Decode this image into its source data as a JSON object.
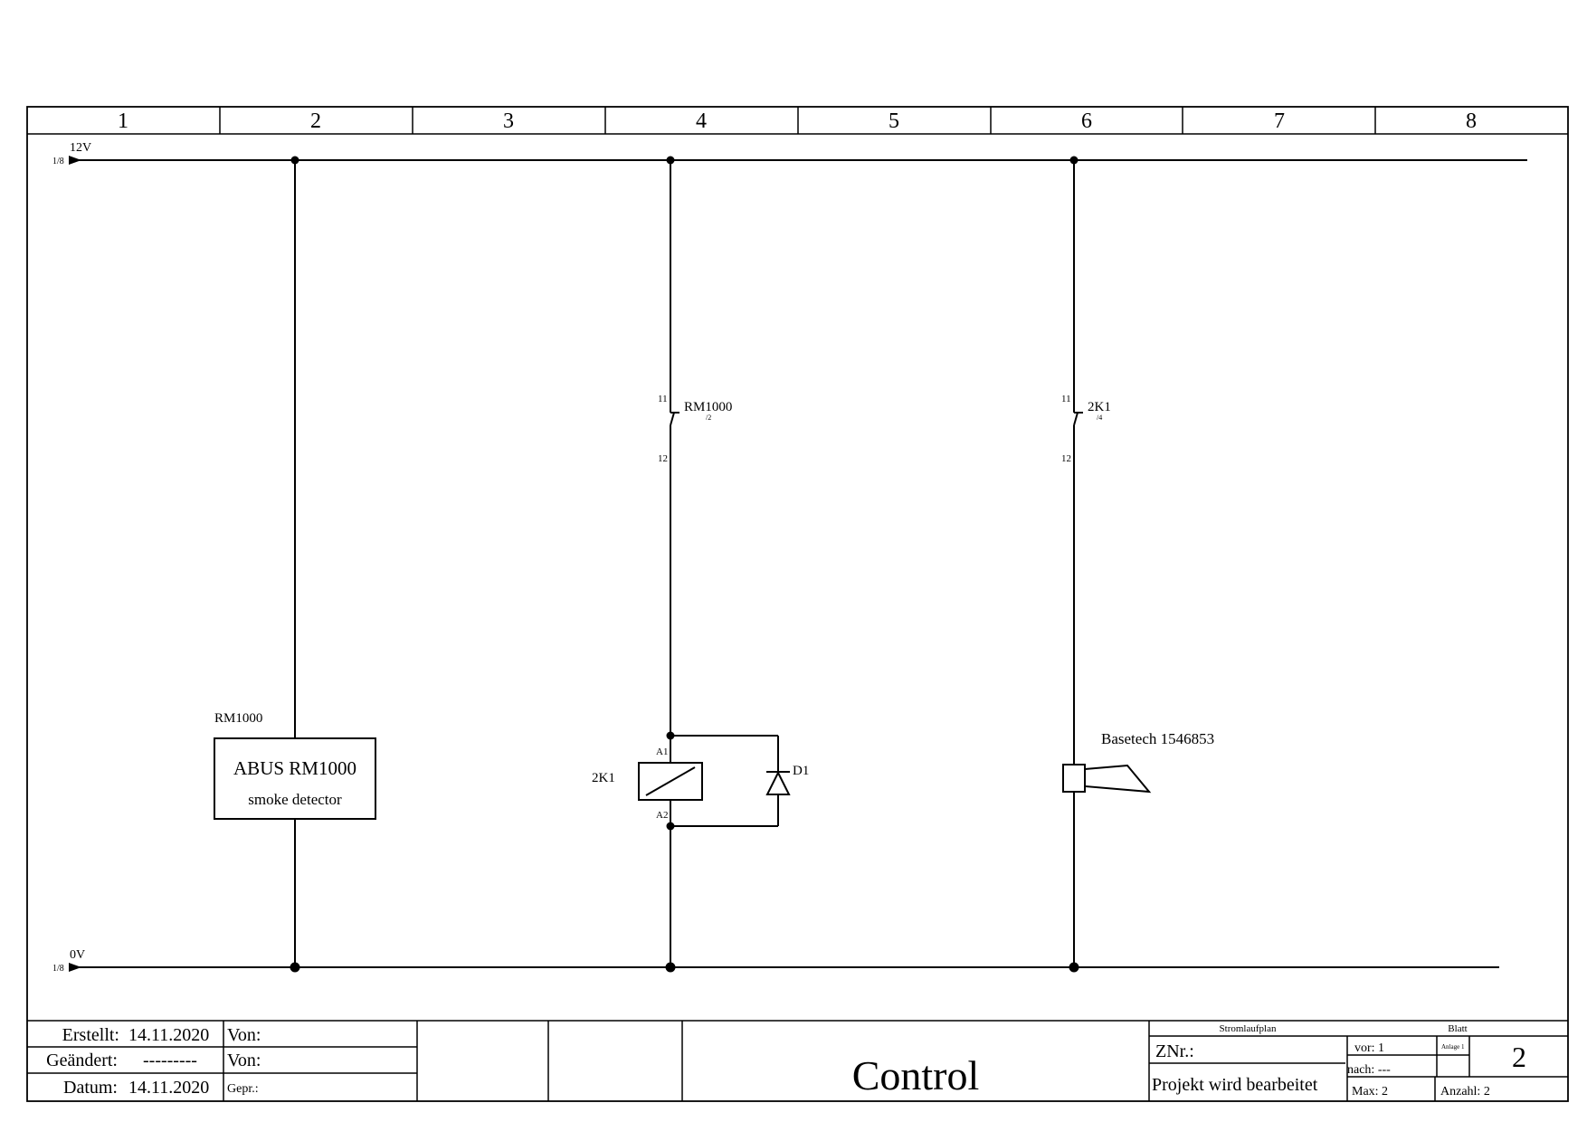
{
  "columns": [
    "1",
    "2",
    "3",
    "4",
    "5",
    "6",
    "7",
    "8"
  ],
  "rails": {
    "top": {
      "label": "12V",
      "ref": "1/8"
    },
    "bottom": {
      "label": "0V",
      "ref": "1/8"
    }
  },
  "detector": {
    "tag": "RM1000",
    "line1": "ABUS RM1000",
    "line2": "smoke detector"
  },
  "contact_rm": {
    "tag": "RM1000",
    "ref": "/2",
    "pin_top": "11",
    "pin_bottom": "12"
  },
  "contact_k": {
    "tag": "2K1",
    "ref": "/4",
    "pin_top": "11",
    "pin_bottom": "12"
  },
  "relay": {
    "tag": "2K1",
    "pin_a1": "A1",
    "pin_a2": "A2"
  },
  "diode": {
    "tag": "D1"
  },
  "horn": {
    "label": "Basetech 1546853"
  },
  "titleblock": {
    "erstellt_label": "Erstellt:",
    "erstellt_date": "14.11.2020",
    "geaendert_label": "Geändert:",
    "geaendert_value": "---------",
    "datum_label": "Datum:",
    "datum_date": "14.11.2020",
    "von1": "Von:",
    "von2": "Von:",
    "gepr": "Gepr.:",
    "title": "Control",
    "doc_type": "Stromlaufplan",
    "znr": "ZNr.:",
    "status": "Projekt wird bearbeitet",
    "blatt": "Blatt",
    "vor": "vor: 1",
    "nach": "nach: ---",
    "max": "Max: 2",
    "anlage": "Anlage 1",
    "sheet_no": "2",
    "anzahl": "Anzahl: 2"
  }
}
